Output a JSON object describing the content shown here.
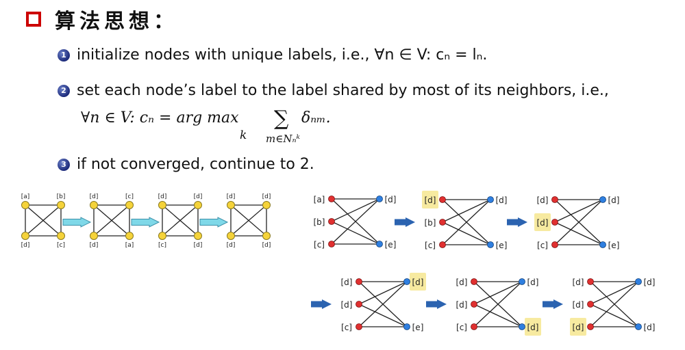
{
  "title": "算法思想：",
  "steps": [
    {
      "num": "1",
      "text": "initialize nodes with unique labels, i.e., ∀n ∈ V:  cₙ = lₙ."
    },
    {
      "num": "2",
      "text": "set each node’s label to the label shared by most of its neighbors, i.e.,"
    },
    {
      "num": "3",
      "text": "if not converged, continue to 2."
    }
  ],
  "formula": {
    "lhs": "∀n ∈ V:  cₙ = arg max",
    "max_sub": "k",
    "sum": "∑",
    "sum_sub": "m∈Nₙᵏ",
    "rhs": "δₙₘ."
  },
  "square_diagrams": [
    {
      "labels": [
        "[a]",
        "[b]",
        "[d]",
        "[c]"
      ]
    },
    {
      "labels": [
        "[d]",
        "[c]",
        "[d]",
        "[a]"
      ]
    },
    {
      "labels": [
        "[d]",
        "[d]",
        "[c]",
        "[d]"
      ]
    },
    {
      "labels": [
        "[d]",
        "[d]",
        "[d]",
        "[d]"
      ]
    }
  ],
  "bipartite_diagrams": [
    {
      "left": [
        "[a]",
        "[b]",
        "[c]"
      ],
      "right": [
        "[d]",
        "[e]"
      ],
      "highlight": []
    },
    {
      "left": [
        "[d]",
        "[b]",
        "[c]"
      ],
      "right": [
        "[d]",
        "[e]"
      ],
      "highlight": [
        "L0"
      ]
    },
    {
      "left": [
        "[d]",
        "[d]",
        "[c]"
      ],
      "right": [
        "[d]",
        "[e]"
      ],
      "highlight": [
        "L1"
      ]
    },
    {
      "left": [
        "[d]",
        "[d]",
        "[c]"
      ],
      "right": [
        "[d]",
        "[e]"
      ],
      "highlight": [
        "R0"
      ]
    },
    {
      "left": [
        "[d]",
        "[d]",
        "[c]"
      ],
      "right": [
        "[d]",
        "[d]"
      ],
      "highlight": [
        "R1"
      ]
    },
    {
      "left": [
        "[d]",
        "[d]",
        "[d]"
      ],
      "right": [
        "[d]",
        "[d]"
      ],
      "highlight": [
        "L2"
      ]
    }
  ],
  "colors": {
    "title_box": "#cc0000",
    "yellow_node": "#f5d33a",
    "red_node": "#e03030",
    "blue_node": "#2f7fe0",
    "highlight": "#f7eaa0",
    "cyan_arrow": "#7fd8e8",
    "blue_arrow": "#2b63b0"
  }
}
